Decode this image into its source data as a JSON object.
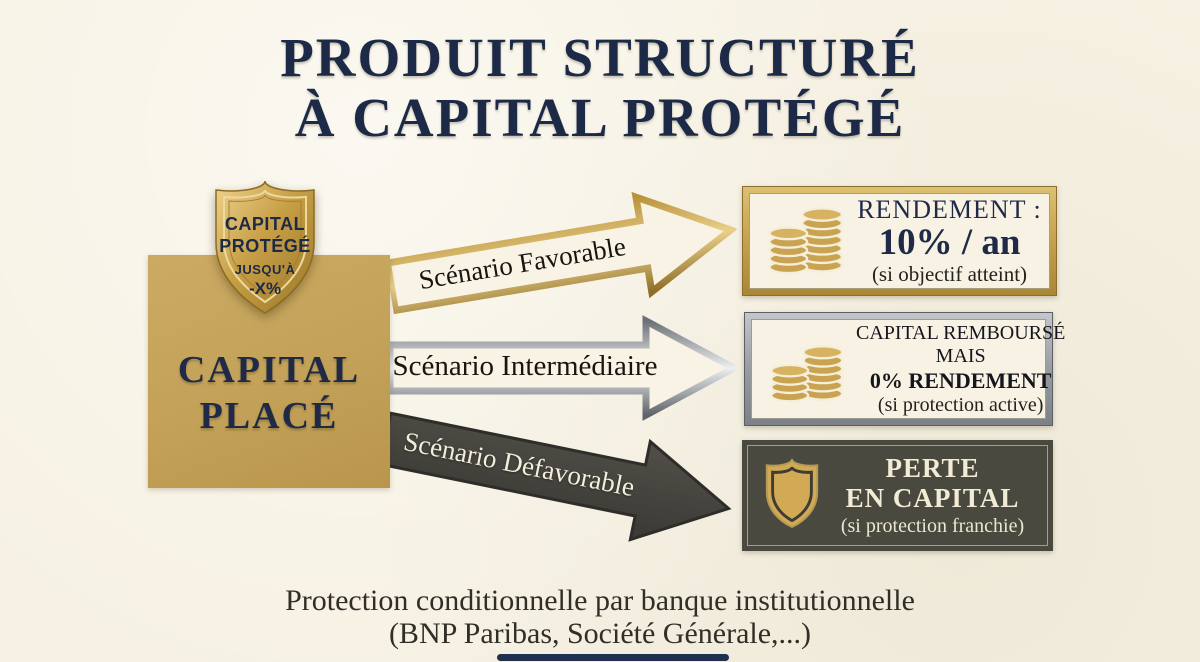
{
  "title": {
    "line1": "PRODUIT STRUCTURÉ",
    "line2": "À CAPITAL PROTÉGÉ"
  },
  "badge": {
    "title_line1": "CAPITAL",
    "title_line2": "PROTÉGÉ",
    "subtitle": "JUSQU'À",
    "value": "-X%"
  },
  "capital": {
    "line1": "CAPITAL",
    "line2": "PLACÉ"
  },
  "scenarios": [
    {
      "label": "Scénario Favorable",
      "style": "gold-outline-arrow"
    },
    {
      "label": "Scénario Intermédiaire",
      "style": "silver-outline-arrow"
    },
    {
      "label": "Scénario Défavorable",
      "style": "dark-solid-arrow"
    }
  ],
  "outcomes": [
    {
      "icon": "coins-icon",
      "title": "RENDEMENT :",
      "value": "10% / an",
      "note": "(si objectif atteint)"
    },
    {
      "icon": "coins-icon",
      "line1": "CAPITAL REMBOURSÉ",
      "line2": "MAIS",
      "line3": "0% RENDEMENT",
      "note": "(si protection active)"
    },
    {
      "icon": "shield-icon",
      "line1": "PERTE",
      "line2": "EN CAPITAL",
      "note": "(si protection franchie)"
    }
  ],
  "footer": {
    "line1": "Protection conditionnelle par banque institutionnelle",
    "line2": "(BNP Paribas, Société Générale,...)"
  },
  "colors": {
    "background": "#f6f1e2",
    "navy": "#1d2a47",
    "gold_square": "#c3a158",
    "gold_frame": "#c4a14e",
    "silver_frame": "#989da2",
    "dark_box": "#4a493f",
    "cream_text": "#f2ecd7"
  }
}
